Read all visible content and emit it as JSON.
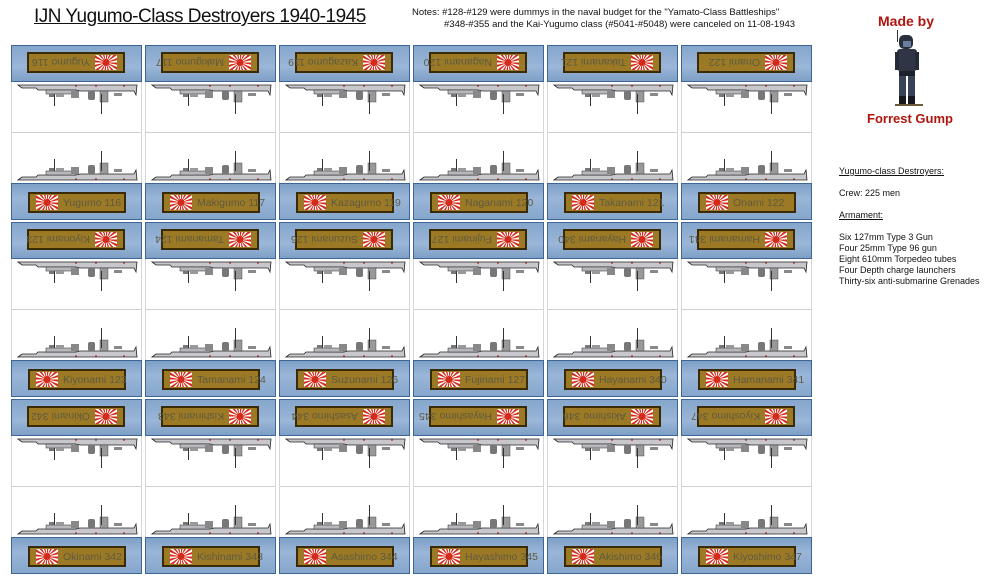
{
  "title": "IJN Yugumo-Class Destroyers 1940-1945",
  "notes": [
    "Notes: #128-#129 were dummys in the naval budget for the \"Yamato-Class Battleships\"",
    "#348-#355 and the Kai-Yugumo class (#5041-#5048) were canceled on 11-08-1943"
  ],
  "credit": {
    "made_by": "Made by",
    "author": "Forrest Gump"
  },
  "specs": {
    "heading": "Yugumo-class Destroyers:",
    "crew": "Crew: 225 men",
    "armament_heading": "Armament:",
    "armament": [
      "Six 127mm Type 3 Gun",
      "Four 25mm Type 96 gun",
      "Eight 610mm Torpedeo tubes",
      "Four Depth charge launchers",
      "Thirty-six anti-submarine Grenades"
    ]
  },
  "ships": [
    [
      "Yugumo  116",
      "Makigumo 117",
      "Kazagumo 119",
      "Naganami 120",
      "Takanami 121",
      "Onami 122"
    ],
    [
      "Kiyonami 123",
      "Tamanami 124",
      "Suzunami 126",
      "Fujinami 127",
      "Hayanami 340",
      "Hamanami 341"
    ],
    [
      "Okinami 342",
      "Kishinami 343",
      "Asashimo 344",
      "Hayashimo 345",
      "Akishimo 346",
      "Kiyoshimo 347"
    ]
  ],
  "colors": {
    "sea": "#8eabd0",
    "plate": "#9c7a25",
    "flag_red": "#d42a1a",
    "credit_red": "#b0150f"
  },
  "icons": {
    "flag": "rising-sun-flag-icon",
    "ship": "destroyer-silhouette"
  }
}
